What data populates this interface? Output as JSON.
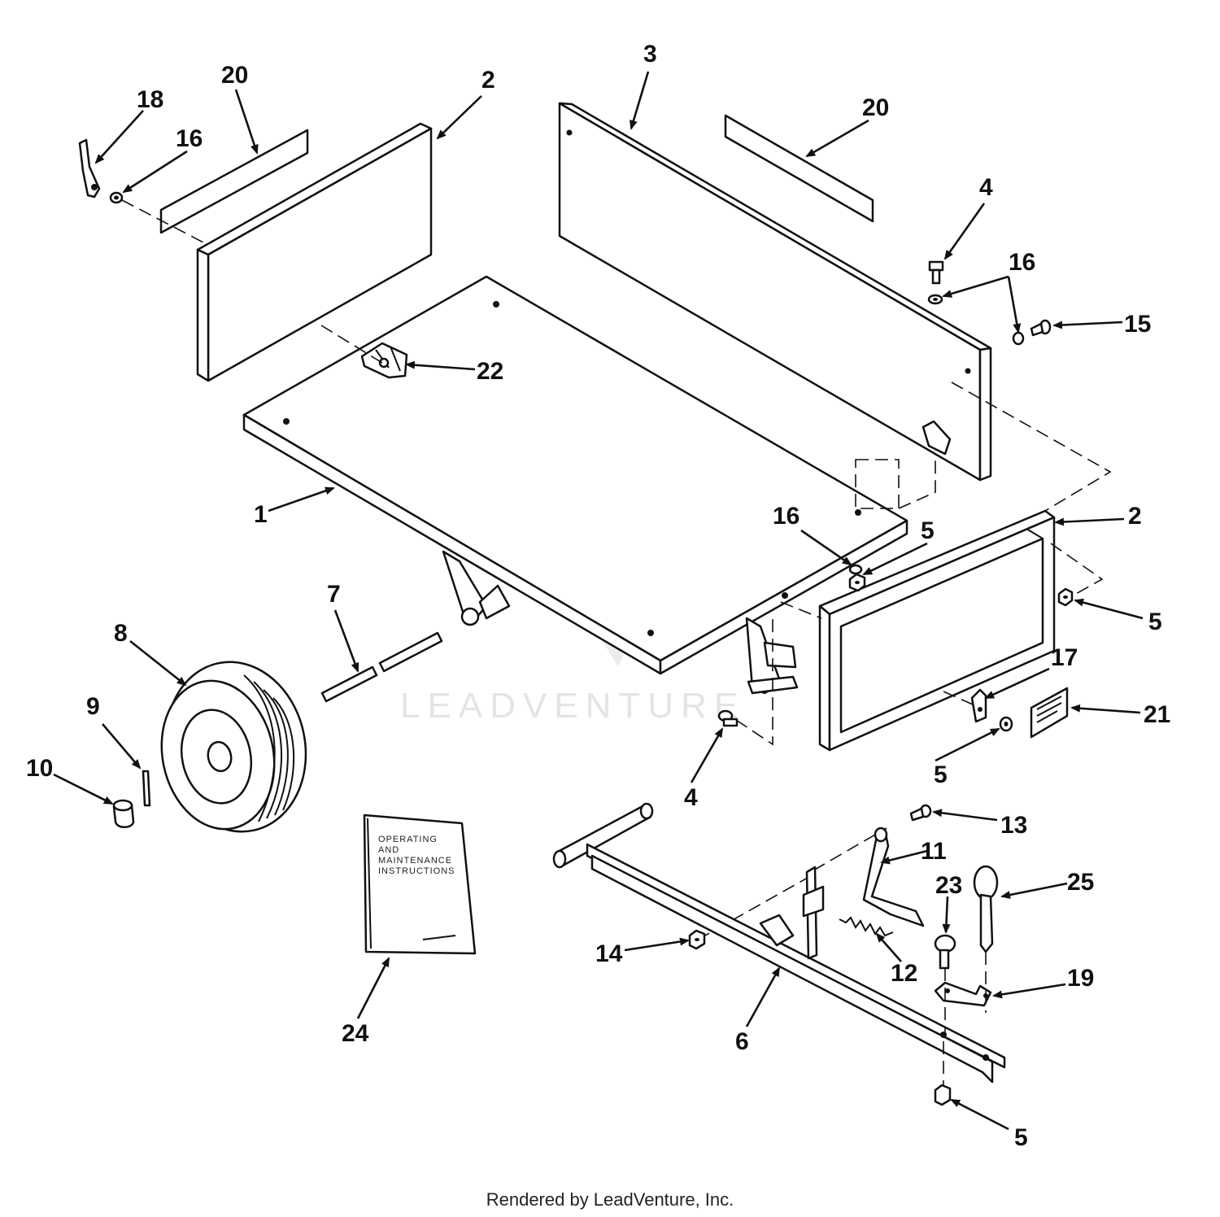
{
  "watermark": {
    "brand": "LEADVENTURE"
  },
  "footer": {
    "text": "Rendered by LeadVenture, Inc."
  },
  "manual": {
    "lines": [
      "OPERATING",
      "AND",
      "MAINTENANCE",
      "INSTRUCTIONS"
    ]
  },
  "callouts": {
    "c1": "1",
    "c2a": "2",
    "c2b": "2",
    "c3": "3",
    "c4a": "4",
    "c4b": "4",
    "c5a": "5",
    "c5b": "5",
    "c5c": "5",
    "c5d": "5",
    "c6": "6",
    "c7": "7",
    "c8": "8",
    "c9": "9",
    "c10": "10",
    "c11": "11",
    "c12": "12",
    "c13": "13",
    "c14": "14",
    "c15": "15",
    "c16a": "16",
    "c16b": "16",
    "c16c": "16",
    "c17": "17",
    "c18": "18",
    "c19": "19",
    "c20a": "20",
    "c20b": "20",
    "c21": "21",
    "c22": "22",
    "c23": "23",
    "c24": "24",
    "c25": "25"
  }
}
